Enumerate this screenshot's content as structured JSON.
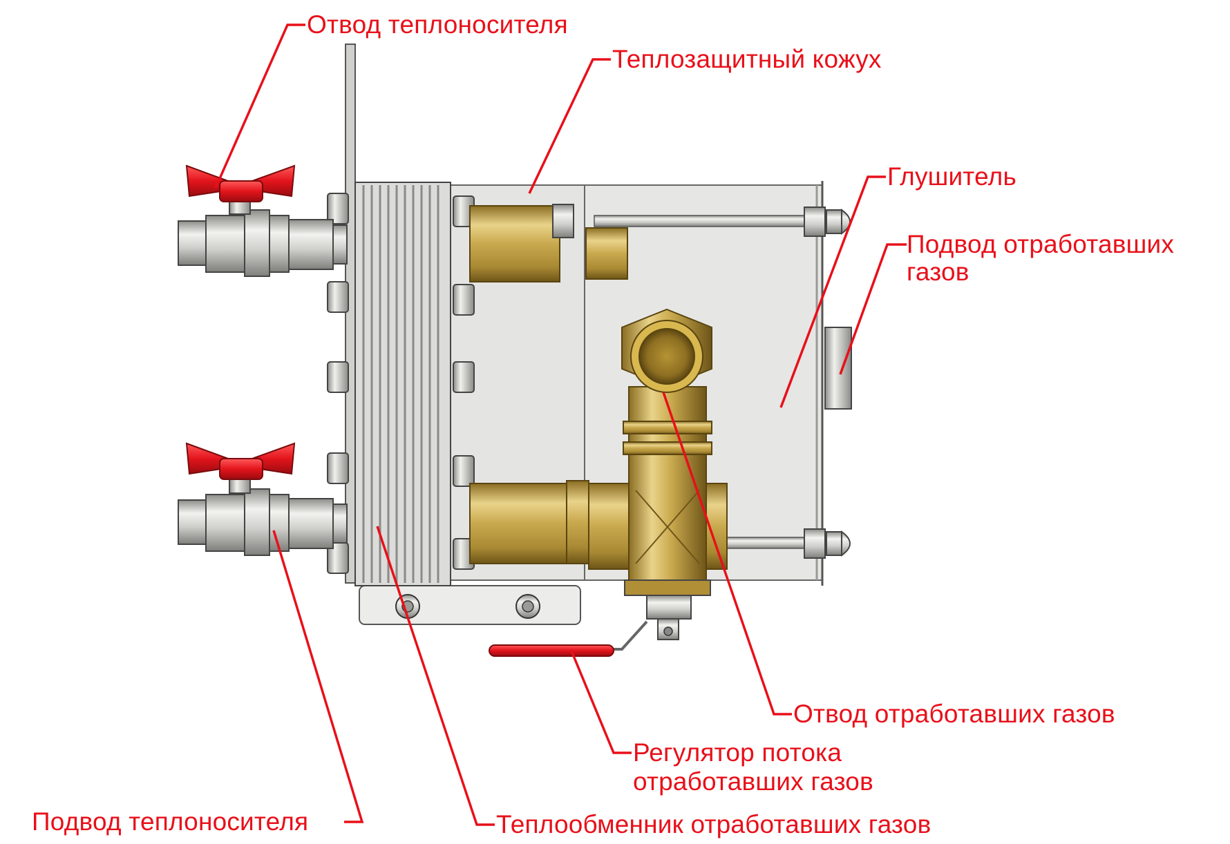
{
  "colors": {
    "label": "#e8101a",
    "leader": "#e8101a",
    "brass": "#c9a94e",
    "valve_handle": "#e3141c",
    "steel": "#d9d9d6",
    "housing": "#e6e6e4"
  },
  "labels": {
    "coolant_outlet": "Отвод теплоносителя",
    "heat_shield": "Теплозащитный кожух",
    "muffler": "Глушитель",
    "exhaust_inlet_line1": "Подвод отработавших",
    "exhaust_inlet_line2": "газов",
    "exhaust_outlet": "Отвод отработавших газов",
    "flow_regulator_line1": "Регулятор потока",
    "flow_regulator_line2": "отработавших газов",
    "coolant_inlet": "Подвод теплоносителя",
    "exhaust_heat_exchanger": "Теплообменник отработавших газов"
  }
}
